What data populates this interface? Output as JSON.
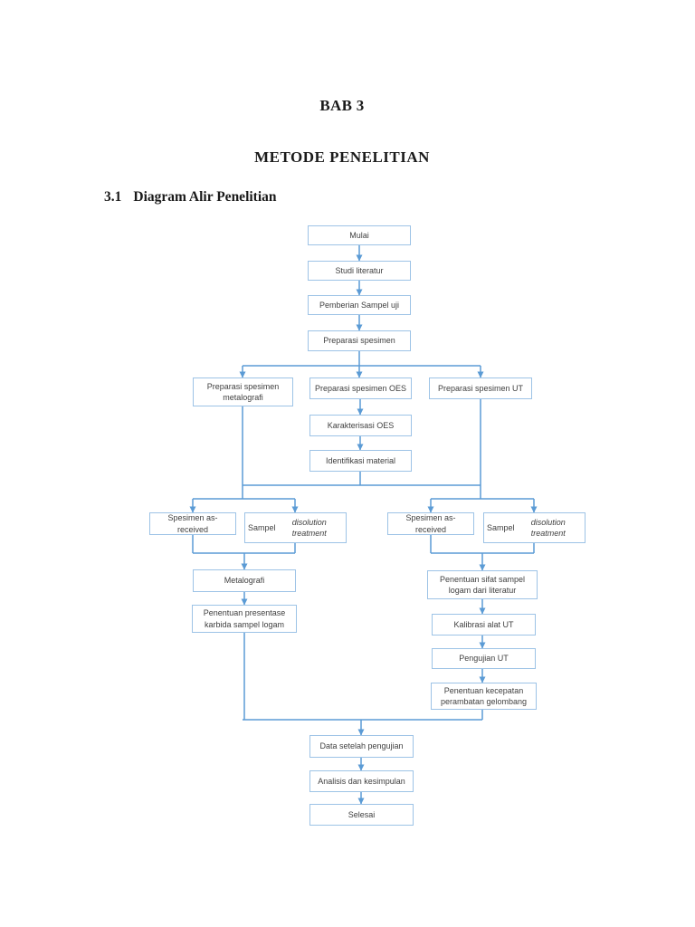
{
  "page": {
    "chapter_title": "BAB 3",
    "main_title": "METODE PENELITIAN",
    "section_number": "3.1",
    "section_title": "Diagram Alir Penelitian"
  },
  "colors": {
    "box_border": "#9dc3e6",
    "connector": "#5b9bd5",
    "text": "#3f3f3f"
  },
  "flowchart": {
    "nodes": {
      "mulai": {
        "label": "Mulai"
      },
      "studi_literatur": {
        "label": "Studi literatur"
      },
      "pemberian_sampel": {
        "label": "Pemberian Sampel uji"
      },
      "preparasi_spesimen": {
        "label": "Preparasi spesimen"
      },
      "prep_metalografi": {
        "label": "Preparasi spesimen metalografi"
      },
      "prep_oes": {
        "label": "Preparasi spesimen OES"
      },
      "prep_ut": {
        "label": "Preparasi spesimen UT"
      },
      "karakterisasi_oes": {
        "label": "Karakterisasi OES"
      },
      "identifikasi_material": {
        "label": "Identifikasi material"
      },
      "spesimen_as_received_left": {
        "label": "Spesimen as-received"
      },
      "sampel_disolution_left": {
        "label_normal": "Sampel ",
        "label_italic": "disolution treatment"
      },
      "spesimen_as_received_right": {
        "label": "Spesimen as-received"
      },
      "sampel_disolution_right": {
        "label_normal": "Sampel ",
        "label_italic": "disolution treatment"
      },
      "metalografi": {
        "label": "Metalografi"
      },
      "penentuan_presentase": {
        "label": "Penentuan presentase karbida sampel logam"
      },
      "penentuan_sifat": {
        "label": "Penentuan sifat sampel logam dari literatur"
      },
      "kalibrasi_alat_ut": {
        "label": "Kalibrasi alat UT"
      },
      "pengujian_ut": {
        "label": "Pengujian UT"
      },
      "penentuan_kecepatan": {
        "label": "Penentuan kecepatan perambatan gelombang"
      },
      "data_setelah_pengujian": {
        "label": "Data setelah pengujian"
      },
      "analisis_kesimpulan": {
        "label": "Analisis dan kesimpulan"
      },
      "selesai": {
        "label": "Selesai"
      }
    },
    "edges": [
      "Mulai -> Studi literatur",
      "Studi literatur -> Pemberian Sampel uji",
      "Pemberian Sampel uji -> Preparasi spesimen",
      "Preparasi spesimen -> Preparasi spesimen metalografi",
      "Preparasi spesimen -> Preparasi spesimen OES",
      "Preparasi spesimen -> Preparasi spesimen UT",
      "Preparasi spesimen OES -> Karakterisasi OES",
      "Karakterisasi OES -> Identifikasi material",
      "Preparasi spesimen metalografi -> Spesimen as-received (kiri)",
      "Preparasi spesimen metalografi -> Sampel disolution treatment (kiri)",
      "Identifikasi material -> Spesimen as-received (kiri)",
      "Identifikasi material -> Sampel disolution treatment (kiri)",
      "Identifikasi material -> Spesimen as-received (kanan)",
      "Identifikasi material -> Sampel disolution treatment (kanan)",
      "Preparasi spesimen UT -> Spesimen as-received (kanan)",
      "Preparasi spesimen UT -> Sampel disolution treatment (kanan)",
      "Spesimen as-received (kiri) -> Metalografi",
      "Sampel disolution treatment (kiri) -> Metalografi",
      "Metalografi -> Penentuan presentase karbida sampel logam",
      "Spesimen as-received (kanan) -> Penentuan sifat sampel logam dari literatur",
      "Sampel disolution treatment (kanan) -> Penentuan sifat sampel logam dari literatur",
      "Penentuan sifat sampel logam dari literatur -> Kalibrasi alat UT",
      "Kalibrasi alat UT -> Pengujian UT",
      "Pengujian UT -> Penentuan kecepatan perambatan gelombang",
      "Penentuan presentase karbida sampel logam -> Data setelah pengujian",
      "Penentuan kecepatan perambatan gelombang -> Data setelah pengujian",
      "Data setelah pengujian -> Analisis dan kesimpulan",
      "Analisis dan kesimpulan -> Selesai"
    ]
  }
}
